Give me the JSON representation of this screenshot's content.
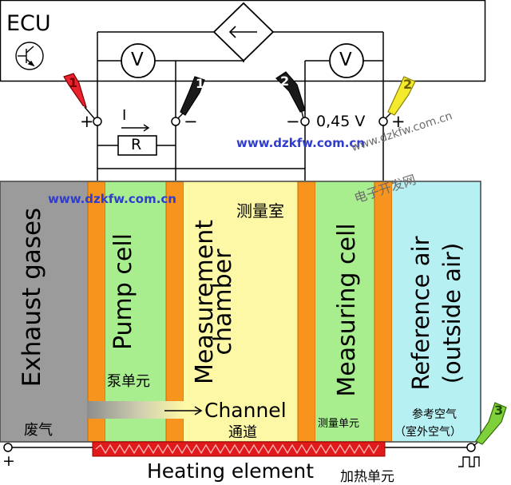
{
  "circuit": {
    "ecu_label": "ECU",
    "voltmeter_symbol": "V",
    "resistor_label": "R",
    "current_label": "I",
    "terminal_plus": "+",
    "terminal_minus": "−",
    "voltage_reading": "0,45 V"
  },
  "probes": {
    "probe_1_left": "1",
    "probe_1_right": "1",
    "probe_2_left": "2",
    "probe_2_right": "2",
    "probe_3": "3"
  },
  "watermarks": {
    "url_top": "www.dzkfw.com.cn",
    "url_left": "www.dzkfw.com.cn",
    "url_right": "www.dzkfw.com.cn",
    "site_name": "电子开发网"
  },
  "sensor": {
    "exhaust": {
      "label": "Exhaust gases",
      "cn": "废气"
    },
    "pump_cell": {
      "label": "Pump cell",
      "cn": "泵单元"
    },
    "measurement_chamber": {
      "line1": "Measurement",
      "line2": "chamber",
      "cn": "测量室"
    },
    "measuring_cell": {
      "label": "Measuring cell",
      "cn": "测量单元"
    },
    "reference_air": {
      "line1": "Reference air",
      "line2": "(outside air)",
      "cn_line1": "参考空气",
      "cn_line2": "（室外空气）"
    },
    "channel": {
      "label": "Channel",
      "cn": "通道"
    },
    "heating": {
      "label": "Heating element",
      "cn": "加热单元"
    },
    "heater_plus": "+"
  },
  "colors": {
    "exhaust": "#9b9b9b",
    "electrode": "#f7941d",
    "pump_cell": "#a8ee8e",
    "chamber": "#fdf8a6",
    "measuring_cell": "#a8ee8e",
    "reference": "#b6f0f2",
    "heater": "#e01a1a",
    "probe_red": "#e8222e",
    "probe_black": "#1a1a1a",
    "probe_yellow": "#f3ea2d",
    "probe_green": "#7fd13b"
  }
}
